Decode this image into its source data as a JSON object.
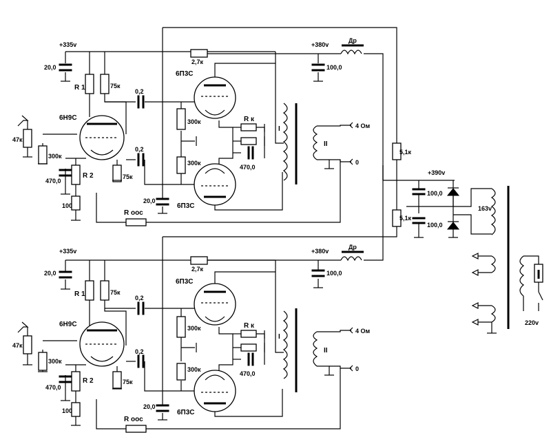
{
  "channels": [
    {
      "key": "top",
      "labels": {
        "b335": "+335v",
        "b380": "+380v",
        "c_in": "20,0",
        "r_drop": "2,7к",
        "c_380": "100,0",
        "choke": "Др",
        "r1": "R 1",
        "r75a": "75к",
        "c02a": "0,2",
        "c02b": "0,2",
        "tube_out1": "6П3С",
        "tube_out2": "6П3С",
        "tube_drv": "6Н9С",
        "r300a": "300к",
        "r300b": "300к",
        "r300g": "300к",
        "rk": "R к",
        "c470k": "470,0",
        "c470": "470,0",
        "r2": "R 2",
        "r75b": "75к",
        "r100": "100",
        "pot": "47к",
        "roos": "R оос",
        "c20b": "20,0",
        "w1": "I",
        "w2": "II",
        "ohm4": "4 Ом",
        "ohm0": "0"
      }
    },
    {
      "key": "bot",
      "labels": {
        "b335": "+335v",
        "b380": "+380v",
        "c_in": "20,0",
        "r_drop": "2,7к",
        "c_380": "100,0",
        "choke": "Др",
        "r1": "R 1",
        "r75a": "75к",
        "c02a": "0,2",
        "c02b": "0,2",
        "tube_out1": "6П3С",
        "tube_out2": "6П3С",
        "tube_drv": "6Н9С",
        "r300a": "300к",
        "r300b": "300к",
        "r300g": "300к",
        "rk": "R к",
        "c470k": "470,0",
        "c470": "470,0",
        "r2": "R 2",
        "r75b": "75к",
        "r100": "100",
        "pot": "47к",
        "roos": "R оос",
        "c20b": "20,0",
        "w1": "I",
        "w2": "II",
        "ohm4": "4 Ом",
        "ohm0": "0"
      }
    }
  ],
  "psu": {
    "r51a": "5,1к",
    "r51b": "5,1к",
    "b390": "+390v",
    "c100a": "100,0",
    "c100b": "100,0",
    "v163": "163v",
    "v220": "220v"
  }
}
